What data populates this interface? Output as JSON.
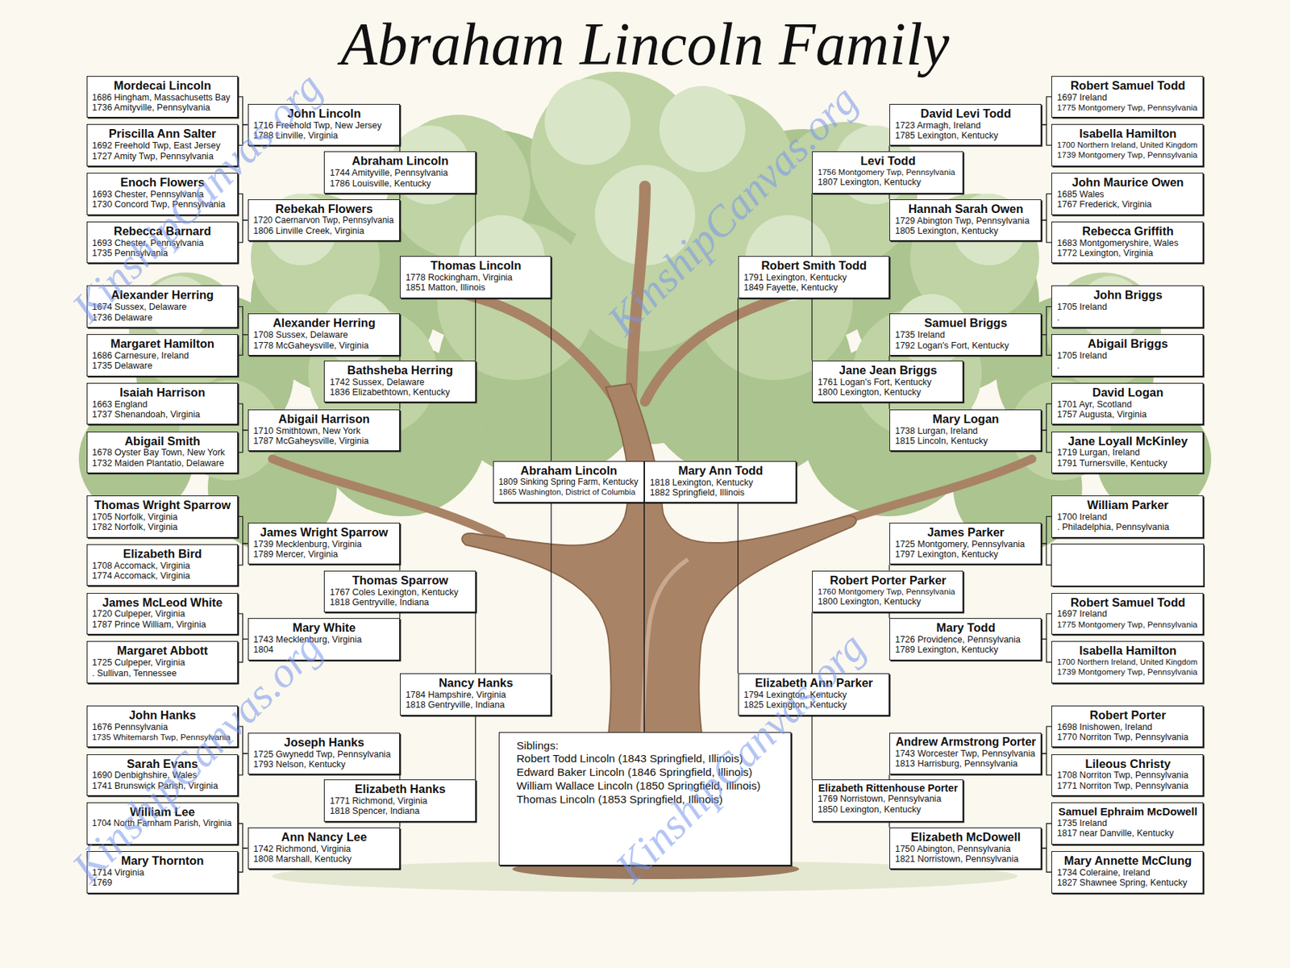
{
  "diagram": {
    "title": "Abraham Lincoln Family",
    "nodes": [
      {
        "text": [
          "Mordecai Lincoln",
          "1686 Hingham, Massachusetts Bay",
          "1736 Amityville, Pennsylvania"
        ]
      },
      {
        "text": [
          "Priscilla Ann Salter",
          "1692 Freehold Twp, East Jersey",
          "1727 Amity Twp, Pennsylvania"
        ]
      },
      {
        "text": [
          "Enoch Flowers",
          "1693 Chester, Pennsylvania",
          "1730 Concord Twp, Pennsylvania"
        ]
      },
      {
        "text": [
          "Rebecca Barnard",
          "1693 Chester, Pennsylvania",
          "1735 Pennsylvania"
        ]
      },
      {
        "text": [
          "Alexander Herring",
          "1674 Sussex, Delaware",
          "1736 Delaware"
        ]
      },
      {
        "text": [
          "Margaret Hamilton",
          "1686 Carnesure, Ireland",
          "1735 Delaware"
        ]
      },
      {
        "text": [
          "Isaiah Harrison",
          "1663 England",
          "1737 Shenandoah, Virginia"
        ]
      },
      {
        "text": [
          "Abigail Smith",
          "1678 Oyster Bay Town, New York",
          "1732 Maiden Plantatio, Delaware"
        ]
      },
      {
        "text": [
          "Thomas Wright Sparrow",
          "1705 Norfolk, Virginia",
          "1782 Norfolk, Virginia"
        ]
      },
      {
        "text": [
          "Elizabeth Bird",
          "1708 Accomack, Virginia",
          "1774 Accomack, Virginia"
        ]
      },
      {
        "text": [
          "James McLeod White",
          "1720 Culpeper, Virginia",
          "1787 Prince William, Virginia"
        ]
      },
      {
        "text": [
          "Margaret Abbott",
          "1725 Culpeper, Virginia",
          ". Sullivan, Tennessee"
        ]
      },
      {
        "text": [
          "John Hanks",
          "1676 Pennsylvania",
          "1735 Whitemarsh Twp, Pennsylvania"
        ]
      },
      {
        "text": [
          "Sarah Evans",
          "1690 Denbighshire, Wales",
          "1741 Brunswick Parish, Virginia"
        ]
      },
      {
        "text": [
          "William Lee",
          "1704 North Farnham Parish, Virginia"
        ]
      },
      {
        "text": [
          "Mary Thornton",
          "1714 Virginia",
          "1769"
        ]
      },
      {
        "text": [
          "John Lincoln",
          "1716 Freehold Twp, New Jersey",
          "1788 Linville, Virginia"
        ]
      },
      {
        "text": [
          "Rebekah Flowers",
          "1720 Caernarvon Twp, Pennsylvania",
          "1806 Linville Creek, Virginia"
        ]
      },
      {
        "text": [
          "Alexander Herring",
          "1708 Sussex, Delaware",
          "1778 McGaheysville, Virginia"
        ]
      },
      {
        "text": [
          "Abigail Harrison",
          "1710 Smithtown, New York",
          "1787 McGaheysville, Virginia"
        ]
      },
      {
        "text": [
          "James Wright Sparrow",
          "1739 Mecklenburg, Virginia",
          "1789 Mercer, Virginia"
        ]
      },
      {
        "text": [
          "Mary White",
          "1743 Mecklenburg, Virginia",
          "1804"
        ]
      },
      {
        "text": [
          "Joseph Hanks",
          "1725 Gwynedd Twp, Pennsylvania",
          "1793 Nelson, Kentucky"
        ]
      },
      {
        "text": [
          "Ann Nancy Lee",
          "1742 Richmond, Virginia",
          "1808 Marshall, Kentucky"
        ]
      },
      {
        "text": [
          "Abraham Lincoln",
          "1744 Amityville, Pennsylvania",
          "1786 Louisville, Kentucky"
        ]
      },
      {
        "text": [
          "Bathsheba Herring",
          "1742 Sussex, Delaware",
          "1836 Elizabethtown, Kentucky"
        ]
      },
      {
        "text": [
          "Thomas Sparrow",
          "1767 Coles Lexington, Kentucky",
          "1818 Gentryville, Indiana"
        ]
      },
      {
        "text": [
          "Elizabeth Hanks",
          "1771 Richmond, Virginia",
          "1818 Spencer, Indiana"
        ]
      },
      {
        "text": [
          "Thomas Lincoln",
          "1778 Rockingham, Virginia",
          "1851 Matton, Illinois"
        ]
      },
      {
        "text": [
          "Nancy Hanks",
          "1784 Hampshire, Virginia",
          "1818 Gentryville, Indiana"
        ]
      },
      {
        "text": [
          "Abraham Lincoln",
          "1809 Sinking Spring Farm, Kentucky",
          "1865 Washington, District of Columbia"
        ]
      },
      {
        "text": [
          "Mary Ann Todd",
          "1818 Lexington, Kentucky",
          "1882 Springfield, Illinois"
        ]
      },
      {
        "text": [
          "Siblings:",
          "Robert Todd Lincoln (1843 Springfield, Illinois)",
          "Edward Baker Lincoln (1846 Springfield, Illinois)",
          "William Wallace Lincoln (1850 Springfield, Illinois)",
          "Thomas Lincoln (1853 Springfield, Illinois)"
        ]
      },
      {
        "text": [
          "Robert Smith Todd",
          "1791 Lexington, Kentucky",
          "1849 Fayette, Kentucky"
        ]
      },
      {
        "text": [
          "Elizabeth Ann Parker",
          "1794 Lexington, Kentucky",
          "1825 Lexington, Kentucky"
        ]
      },
      {
        "text": [
          "Levi Todd",
          "1756 Montgomery Twp, Pennsylvania",
          "1807 Lexington, Kentucky"
        ]
      },
      {
        "text": [
          "Jane Jean Briggs",
          "1761 Logan's Fort, Kentucky",
          "1800 Lexington, Kentucky"
        ]
      },
      {
        "text": [
          "Robert Porter Parker",
          "1760 Montgomery Twp, Pennsylvania",
          "1800 Lexington, Kentucky"
        ]
      },
      {
        "text": [
          "Elizabeth Rittenhouse Porter",
          "1769 Norristown, Pennsylvania",
          "1850 Lexington, Kentucky"
        ]
      },
      {
        "text": [
          "David Levi Todd",
          "1723 Armagh, Ireland",
          "1785 Lexington, Kentucky"
        ]
      },
      {
        "text": [
          "Hannah Sarah Owen",
          "1729 Abington Twp, Pennsylvania",
          "1805 Lexington, Kentucky"
        ]
      },
      {
        "text": [
          "Samuel Briggs",
          "1735 Ireland",
          "1792 Logan's Fort, Kentucky"
        ]
      },
      {
        "text": [
          "Mary Logan",
          "1738 Lurgan, Ireland",
          "1815 Lincoln, Kentucky"
        ]
      },
      {
        "text": [
          "James Parker",
          "1725 Montgomery, Pennsylvania",
          "1797 Lexington, Kentucky"
        ]
      },
      {
        "text": [
          "Mary Todd",
          "1726 Providence, Pennsylvania",
          "1789 Lexington, Kentucky"
        ]
      },
      {
        "text": [
          "Andrew Armstrong Porter",
          "1743 Worcester Twp, Pennsylvania",
          "1813 Harrisburg, Pennsylvania"
        ]
      },
      {
        "text": [
          "Elizabeth McDowell",
          "1750 Abington, Pennsylvania",
          "1821 Norristown, Pennsylvania"
        ]
      },
      {
        "text": [
          "Robert Samuel Todd",
          "1697 Ireland",
          "1775 Montgomery Twp, Pennsylvania"
        ]
      },
      {
        "text": [
          "Isabella Hamilton",
          "1700 Northern Ireland, United Kingdom",
          "1739 Montgomery Twp, Pennsylvania"
        ]
      },
      {
        "text": [
          "John Maurice Owen",
          "1685 Wales",
          "1767 Frederick, Virginia"
        ]
      },
      {
        "text": [
          "Rebecca Griffith",
          "1683 Montgomeryshire, Wales",
          "1772 Lexington, Virginia"
        ]
      },
      {
        "text": [
          "John Briggs",
          "1705 Ireland",
          "."
        ]
      },
      {
        "text": [
          "Abigail Briggs",
          "1705 Ireland",
          "."
        ]
      },
      {
        "text": [
          "David Logan",
          "1701 Ayr, Scotland",
          "1757 Augusta, Virginia"
        ]
      },
      {
        "text": [
          "Jane Loyall McKinley",
          "1719 Lurgan, Ireland",
          "1791 Turnersville, Kentucky"
        ]
      },
      {
        "text": [
          "William Parker",
          "1700 Ireland",
          ". Philadelphia, Pennsylvania"
        ]
      },
      {
        "text": [
          "Robert Samuel Todd",
          "1697 Ireland",
          "1775 Montgomery Twp, Pennsylvania"
        ]
      },
      {
        "text": [
          "Isabella Hamilton",
          "1700 Northern Ireland, United Kingdom",
          "1739 Montgomery Twp, Pennsylvania"
        ]
      },
      {
        "text": [
          "Robert Porter",
          "1698 Inishowen, Ireland",
          "1770 Norriton Twp, Pennsylvania"
        ]
      },
      {
        "text": [
          "Lileous Christy",
          "1708 Norriton Twp, Pennsylvania",
          "1771 Norriton Twp, Pennsylvania"
        ]
      },
      {
        "text": [
          "Samuel Ephraim McDowell",
          "1735 Ireland",
          "1817 near Danville, Kentucky"
        ]
      },
      {
        "text": [
          "Mary Annette McClung",
          "1734 Coleraine, Ireland",
          "1827 Shawnee Spring, Kentucky"
        ]
      }
    ],
    "edges": [
      {
        "from": 0,
        "to": 16,
        "arrow": "none"
      },
      {
        "from": 1,
        "to": 16,
        "arrow": "none"
      },
      {
        "from": 2,
        "to": 17,
        "arrow": "none"
      },
      {
        "from": 3,
        "to": 17,
        "arrow": "none"
      },
      {
        "from": 4,
        "to": 18,
        "arrow": "none"
      },
      {
        "from": 5,
        "to": 18,
        "arrow": "none"
      },
      {
        "from": 6,
        "to": 19,
        "arrow": "none"
      },
      {
        "from": 7,
        "to": 19,
        "arrow": "none"
      },
      {
        "from": 8,
        "to": 20,
        "arrow": "none"
      },
      {
        "from": 9,
        "to": 20,
        "arrow": "none"
      },
      {
        "from": 10,
        "to": 21,
        "arrow": "none"
      },
      {
        "from": 11,
        "to": 21,
        "arrow": "none"
      },
      {
        "from": 12,
        "to": 22,
        "arrow": "none"
      },
      {
        "from": 13,
        "to": 22,
        "arrow": "none"
      },
      {
        "from": 14,
        "to": 23,
        "arrow": "none"
      },
      {
        "from": 15,
        "to": 23,
        "arrow": "none"
      },
      {
        "from": 16,
        "to": 24,
        "arrow": "none"
      },
      {
        "from": 17,
        "to": 24,
        "arrow": "none"
      },
      {
        "from": 18,
        "to": 25,
        "arrow": "none"
      },
      {
        "from": 19,
        "to": 25,
        "arrow": "none"
      },
      {
        "from": 20,
        "to": 26,
        "arrow": "none"
      },
      {
        "from": 21,
        "to": 26,
        "arrow": "none"
      },
      {
        "from": 22,
        "to": 27,
        "arrow": "none"
      },
      {
        "from": 23,
        "to": 27,
        "arrow": "none"
      },
      {
        "from": 24,
        "to": 28,
        "arrow": "none"
      },
      {
        "from": 25,
        "to": 28,
        "arrow": "none"
      },
      {
        "from": 26,
        "to": 29,
        "arrow": "none"
      },
      {
        "from": 27,
        "to": 29,
        "arrow": "none"
      },
      {
        "from": 28,
        "to": 30,
        "arrow": "none"
      },
      {
        "from": 29,
        "to": 30,
        "arrow": "none"
      },
      {
        "from": 30,
        "to": 32,
        "arrow": "none"
      },
      {
        "from": 31,
        "to": 32,
        "arrow": "none"
      },
      {
        "from": 33,
        "to": 31,
        "arrow": "none"
      },
      {
        "from": 34,
        "to": 31,
        "arrow": "none"
      },
      {
        "from": 35,
        "to": 33,
        "arrow": "none"
      },
      {
        "from": 36,
        "to": 33,
        "arrow": "none"
      },
      {
        "from": 37,
        "to": 34,
        "arrow": "none"
      },
      {
        "from": 38,
        "to": 34,
        "arrow": "none"
      },
      {
        "from": 39,
        "to": 35,
        "arrow": "none"
      },
      {
        "from": 40,
        "to": 35,
        "arrow": "none"
      },
      {
        "from": 41,
        "to": 36,
        "arrow": "none"
      },
      {
        "from": 42,
        "to": 36,
        "arrow": "none"
      },
      {
        "from": 43,
        "to": 37,
        "arrow": "none"
      },
      {
        "from": 44,
        "to": 37,
        "arrow": "none"
      },
      {
        "from": 45,
        "to": 38,
        "arrow": "none"
      },
      {
        "from": 46,
        "to": 38,
        "arrow": "none"
      },
      {
        "from": 47,
        "to": 39,
        "arrow": "none"
      },
      {
        "from": 48,
        "to": 39,
        "arrow": "none"
      },
      {
        "from": 49,
        "to": 40,
        "arrow": "none"
      },
      {
        "from": 50,
        "to": 40,
        "arrow": "none"
      },
      {
        "from": 51,
        "to": 41,
        "arrow": "none"
      },
      {
        "from": 52,
        "to": 41,
        "arrow": "none"
      },
      {
        "from": 53,
        "to": 42,
        "arrow": "none"
      },
      {
        "from": 54,
        "to": 42,
        "arrow": "none"
      },
      {
        "from": 55,
        "to": 43,
        "arrow": "none"
      },
      {
        "from": 56,
        "to": 44,
        "arrow": "none"
      },
      {
        "from": 57,
        "to": 44,
        "arrow": "none"
      },
      {
        "from": 58,
        "to": 45,
        "arrow": "none"
      },
      {
        "from": 59,
        "to": 45,
        "arrow": "none"
      },
      {
        "from": 60,
        "to": 46,
        "arrow": "none"
      },
      {
        "from": 61,
        "to": 46,
        "arrow": "none"
      }
    ],
    "labels": [
      "KinshipCanvas.org",
      "KinshipCanvas.org",
      "KinshipCanvas.org",
      "KinshipCanvas.org"
    ]
  }
}
